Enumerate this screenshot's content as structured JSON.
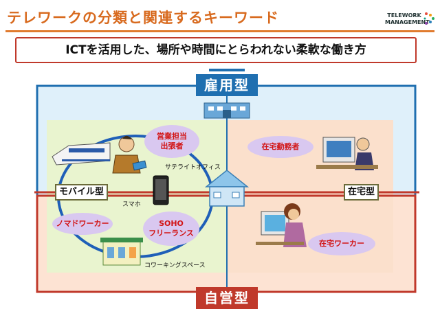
{
  "header": {
    "title": "テレワークの分類と関連するキーワード",
    "subtitle": "ICTを活用した、場所や時間にとらわれない柔軟な働き方",
    "logo_line1": "TELEWORK",
    "logo_line2": "MANAGEMENT"
  },
  "axes": {
    "top": "雇用型",
    "bottom": "自営型",
    "left": "モバイル型",
    "right": "在宅型"
  },
  "keywords": {
    "sales_line1": "営業担当",
    "sales_line2": "出張者",
    "satellite_office": "サテライトオフィス",
    "smartphone": "スマホ",
    "nomad_worker": "ノマドワーカー",
    "soho_line1": "SOHO",
    "soho_line2": "フリーランス",
    "coworking_space": "コワーキングスペース",
    "home_employee": "在宅勤務者",
    "home_worker": "在宅ワーカー"
  },
  "colors": {
    "title": "#d86a1e",
    "employment": "#1f6fb0",
    "self_employed": "#c0392b",
    "quad_blue": "#dff0fa",
    "quad_red": "#fde3d3",
    "green_area": "#e9f4cf",
    "peach_area": "#fbe0cc",
    "pill": "#d9c8f0",
    "pill_text": "#d21414"
  }
}
